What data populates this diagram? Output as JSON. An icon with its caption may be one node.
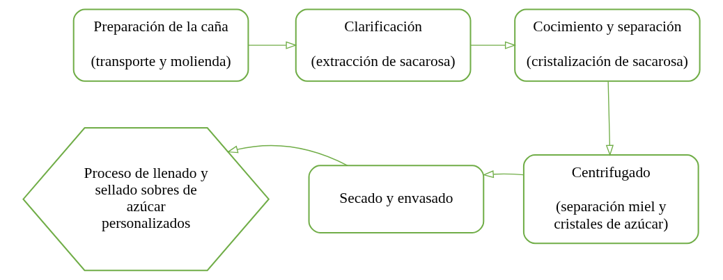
{
  "diagram": {
    "nodes": [
      {
        "text": [
          "Preparación de la caña",
          "(transporte y molienda)"
        ]
      },
      {
        "text": [
          "Clarificación",
          "(extracción de sacarosa)"
        ]
      },
      {
        "text": [
          "Cocimiento y separación",
          "(cristalización de sacarosa)"
        ]
      },
      {
        "text": [
          "Centrifugado",
          "(separación miel y cristales de azúcar)"
        ]
      },
      {
        "text": [
          "Secado y envasado"
        ]
      },
      {
        "text": [
          "Proceso de llenado y sellado sobres de azúcar personalizados"
        ]
      }
    ],
    "edges": [
      {
        "from": 0,
        "to": 1,
        "arrow": "to"
      },
      {
        "from": 1,
        "to": 2,
        "arrow": "to"
      },
      {
        "from": 2,
        "to": 3,
        "arrow": "to"
      },
      {
        "from": 3,
        "to": 4,
        "arrow": "to"
      },
      {
        "from": 4,
        "to": 5,
        "arrow": "to"
      }
    ]
  }
}
